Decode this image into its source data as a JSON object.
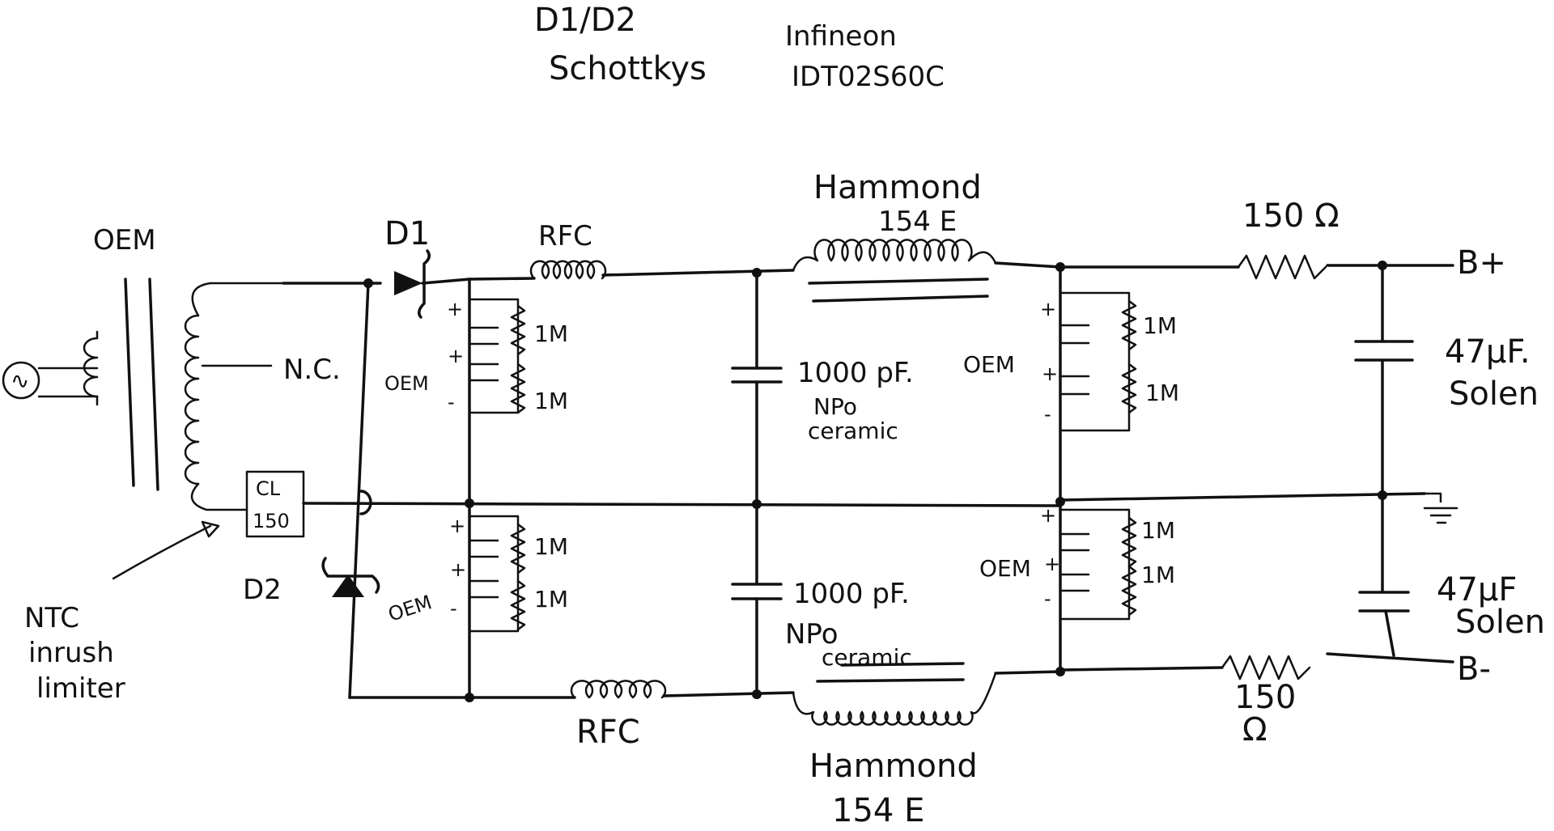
{
  "header": {
    "line1": "D1/D2",
    "line2": "Schottkys",
    "vendor": "Infineon",
    "part": "IDT02S60C"
  },
  "transformer": {
    "label": "OEM",
    "tap_label": "N.C."
  },
  "source": {
    "symbol": "∿"
  },
  "ntc": {
    "box_top": "CL",
    "box_bottom": "150",
    "note": [
      "NTC",
      "inrush",
      "limiter"
    ]
  },
  "diodes": {
    "top": "D1",
    "bottom": "D2"
  },
  "rfc": {
    "top": "RFC",
    "bottom": "RFC"
  },
  "chokes": {
    "top": {
      "brand": "Hammond",
      "model": "154 E"
    },
    "bottom": {
      "brand": "Hammond",
      "model": "154 E"
    }
  },
  "cap_banks": {
    "label": "OEM",
    "resistor": "1M",
    "plus": "+",
    "minus": "-"
  },
  "film_caps": {
    "top": {
      "value": "1000 pF.",
      "type": "NPo",
      "material": "ceramic"
    },
    "bottom": {
      "value": "1000 pF.",
      "type": "NPo",
      "material": "ceramic"
    }
  },
  "output": {
    "top_resistor": "150 Ω",
    "bottom_resistor": {
      "value": "150",
      "unit": "Ω"
    },
    "cap_value": "47μF.",
    "cap_value_bottom": "47μF",
    "cap_brand": "Solen",
    "b_plus": "B+",
    "b_minus": "B-"
  }
}
